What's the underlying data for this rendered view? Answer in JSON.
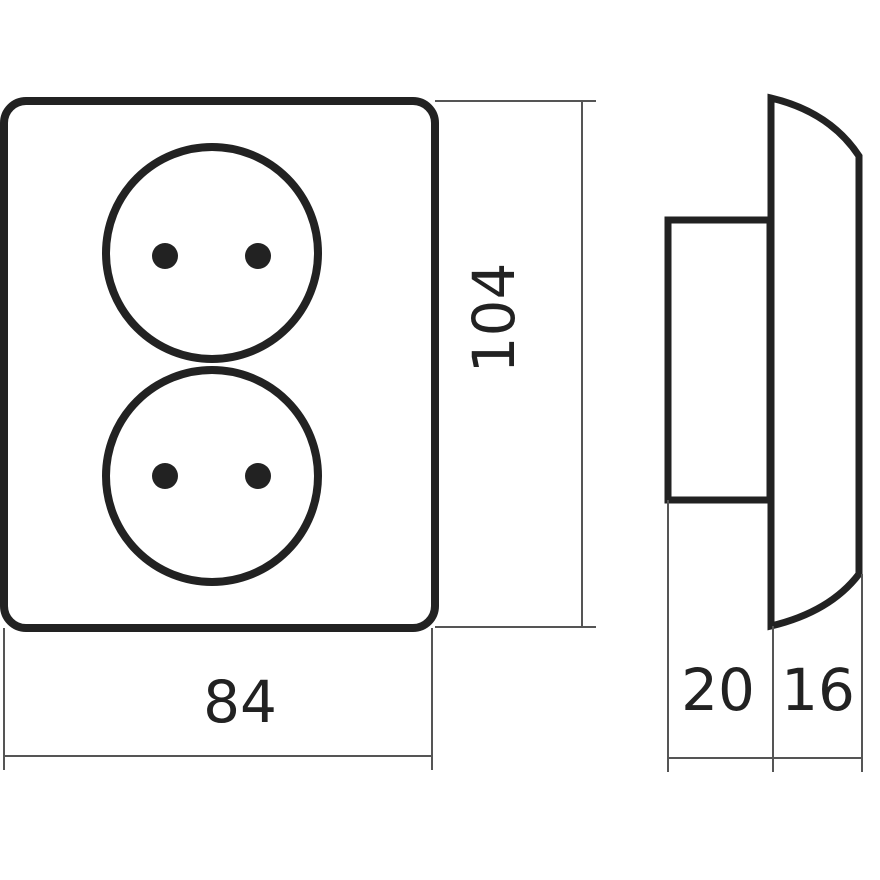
{
  "drawing": {
    "front_view": {
      "width_label": "84",
      "height_label": "104"
    },
    "side_view": {
      "base_depth_label": "20",
      "cover_depth_label": "16"
    }
  },
  "colors": {
    "outline": "#222222",
    "dimension_line": "#555555",
    "background": "#ffffff"
  }
}
